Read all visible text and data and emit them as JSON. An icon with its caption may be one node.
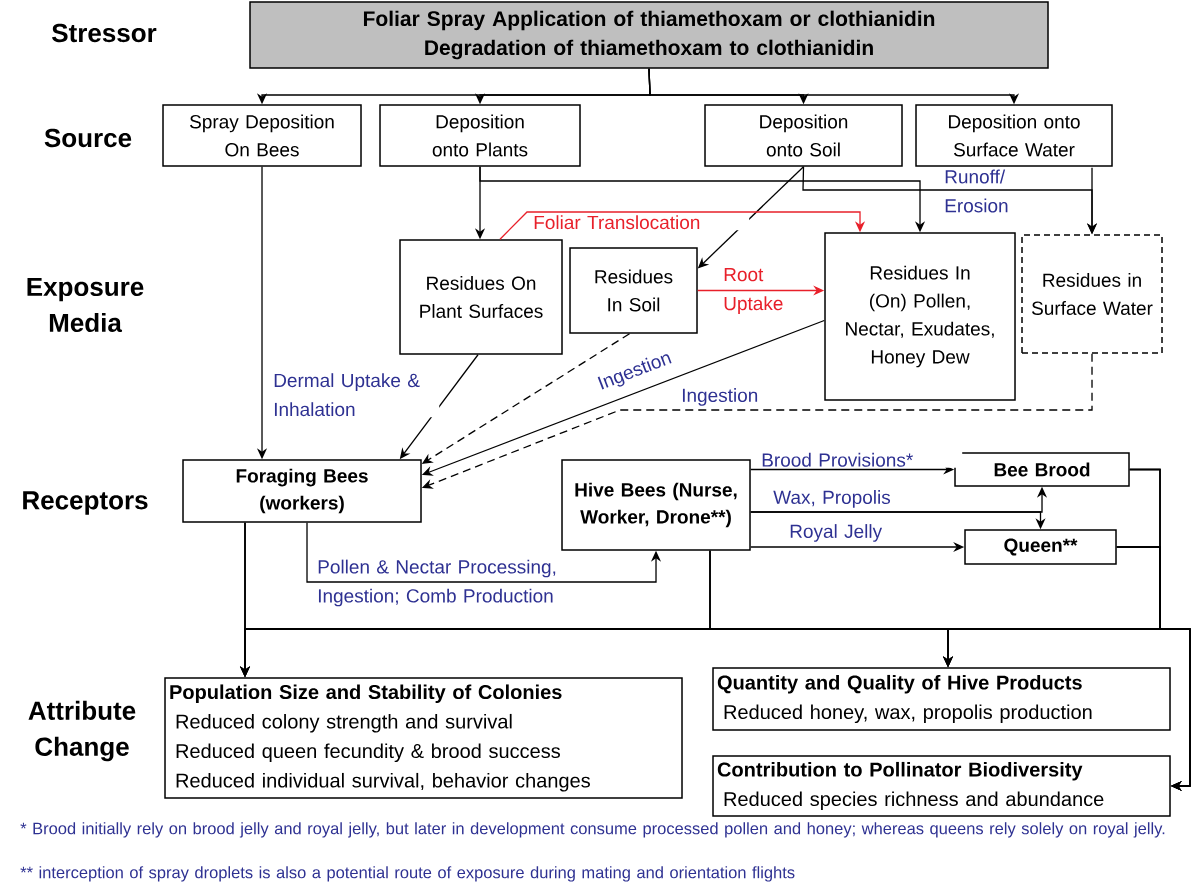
{
  "diagram": {
    "nodes": [
      {
        "text": [
          "Foliar Spray Application of thiamethoxam or clothianidin Degradation of thiamethoxam to clothianidin"
        ]
      },
      {
        "text": [
          "Spray Deposition On Bees"
        ]
      },
      {
        "text": [
          "Deposition onto Plants"
        ]
      },
      {
        "text": [
          "Deposition onto Soil"
        ]
      },
      {
        "text": [
          "Deposition onto Surface Water"
        ]
      },
      {
        "text": [
          "Residues On Plant Surfaces"
        ]
      },
      {
        "text": [
          "Residues In Soil"
        ]
      },
      {
        "text": [
          "Residues In (On) Pollen, Nectar, Exudates, Honey Dew"
        ]
      },
      {
        "text": [
          "Residues in Surface Water"
        ]
      },
      {
        "text": [
          "Foraging Bees (workers)"
        ]
      },
      {
        "text": [
          "Hive Bees (Nurse, Worker, Drone**)"
        ]
      },
      {
        "text": [
          "Bee Brood"
        ]
      },
      {
        "text": [
          "Queen**"
        ]
      },
      {
        "text": [
          "Population Size and Stability of Colonies",
          "Reduced colony strength and survival",
          "Reduced queen fecundity & brood success",
          "Reduced individual survival, behavior changes"
        ]
      },
      {
        "text": [
          "Quantity and Quality of Hive Products",
          "Reduced honey, wax, propolis production"
        ]
      },
      {
        "text": [
          "Contribution to Pollinator Biodiversity",
          "Reduced species richness and abundance"
        ]
      }
    ],
    "edges": [
      {
        "from": 0,
        "to": 1,
        "arrow": "to"
      },
      {
        "from": 0,
        "to": 2,
        "arrow": "to"
      },
      {
        "from": 0,
        "to": 3,
        "arrow": "to"
      },
      {
        "from": 0,
        "to": 4,
        "arrow": "to"
      },
      {
        "from": 1,
        "to": 9,
        "arrow": "to"
      },
      {
        "from": 2,
        "to": 5,
        "arrow": "to"
      },
      {
        "from": 2,
        "to": 7,
        "arrow": "to"
      },
      {
        "from": 3,
        "to": 6,
        "arrow": "to"
      },
      {
        "from": 3,
        "to": 8,
        "arrow": "to",
        "label": "Runoff/ Erosion"
      },
      {
        "from": 4,
        "to": 8,
        "arrow": "to"
      },
      {
        "from": 5,
        "to": 7,
        "arrow": "to",
        "label": "Foliar Translocation",
        "color": "#e8202a"
      },
      {
        "from": 6,
        "to": 7,
        "arrow": "to",
        "label": "Root Uptake",
        "color": "#e8202a"
      },
      {
        "from": 5,
        "to": 9,
        "arrow": "to",
        "label": "Dermal Uptake & Inhalation"
      },
      {
        "from": 6,
        "to": 9,
        "arrow": "to",
        "style": "dashed"
      },
      {
        "from": 7,
        "to": 9,
        "arrow": "to",
        "label": "Ingestion"
      },
      {
        "from": 8,
        "to": 9,
        "arrow": "to",
        "style": "dashed",
        "label": "Ingestion"
      },
      {
        "from": 9,
        "to": 10,
        "arrow": "to",
        "label": "Pollen & Nectar Processing, Ingestion; Comb Production"
      },
      {
        "from": 10,
        "to": 11,
        "arrow": "to",
        "label": "Brood Provisions*"
      },
      {
        "from": 10,
        "to": 11,
        "arrow": "to",
        "label": "Wax, Propolis"
      },
      {
        "from": 10,
        "to": 12,
        "arrow": "to"
      },
      {
        "from": 10,
        "to": 12,
        "arrow": "to",
        "label": "Royal Jelly"
      },
      {
        "from": 9,
        "to": 13,
        "arrow": "to"
      },
      {
        "from": 9,
        "to": 14,
        "arrow": "to"
      },
      {
        "from": 9,
        "to": 15,
        "arrow": "to"
      },
      {
        "from": 10,
        "to": 13,
        "arrow": "to"
      },
      {
        "from": 10,
        "to": 14,
        "arrow": "to"
      },
      {
        "from": 10,
        "to": 15,
        "arrow": "to"
      },
      {
        "from": 11,
        "to": 13,
        "arrow": "to"
      },
      {
        "from": 11,
        "to": 14,
        "arrow": "to"
      },
      {
        "from": 11,
        "to": 15,
        "arrow": "to"
      },
      {
        "from": 12,
        "to": 13,
        "arrow": "to"
      },
      {
        "from": 12,
        "to": 14,
        "arrow": "to"
      },
      {
        "from": 12,
        "to": 15,
        "arrow": "to"
      }
    ],
    "labels": [
      "Stressor",
      "Source",
      "Exposure Media",
      "Receptors",
      "Attribute Change",
      "* Brood initially rely on brood jelly and royal jelly, but later in development consume processed pollen and honey; whereas queens rely solely on royal jelly.",
      "** interception of spray droplets is also a potential route of exposure during mating and orientation flights"
    ]
  }
}
